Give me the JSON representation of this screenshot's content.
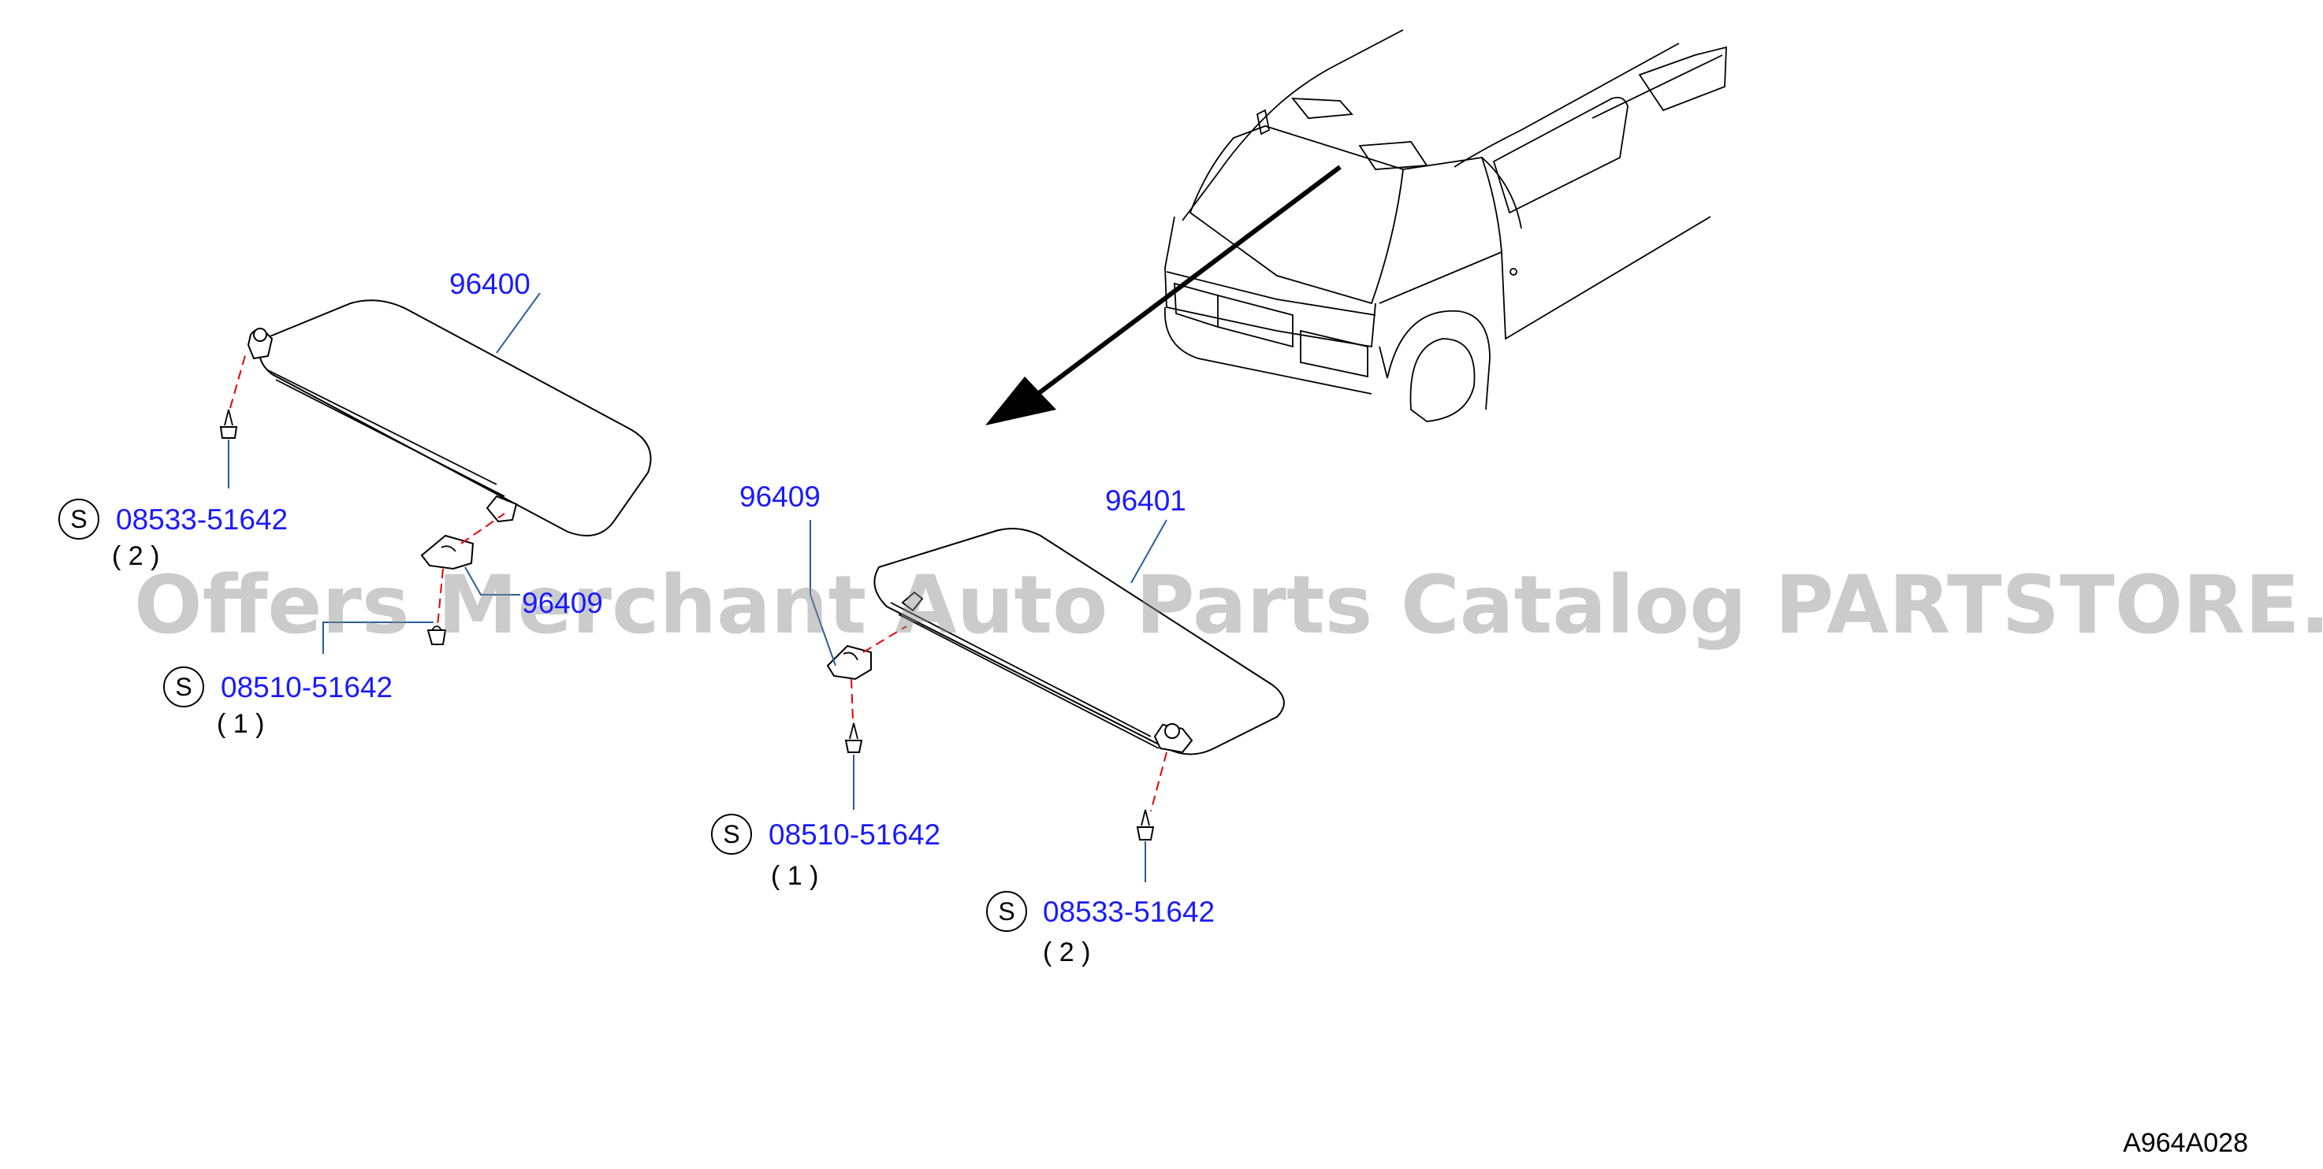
{
  "diagram": {
    "parts": {
      "visor_left": "96400",
      "visor_right": "96401",
      "holder_left": "96409",
      "holder_right": "96409"
    },
    "screws": {
      "left_upper": {
        "code": "08533-51642",
        "qty": "( 2 )",
        "symbol": "S"
      },
      "left_lower": {
        "code": "08510-51642",
        "qty": "( 1 )",
        "symbol": "S"
      },
      "right_lower": {
        "code": "08510-51642",
        "qty": "( 1 )",
        "symbol": "S"
      },
      "right_hinge": {
        "code": "08533-51642",
        "qty": "( 2 )",
        "symbol": "S"
      }
    },
    "drawing_code": "A964A028",
    "watermark": "Offers Merchant Auto Parts Catalog PARTSTORE.SA"
  },
  "colors": {
    "label": "#1a1aff",
    "leader": "#2b5d9a",
    "dashed": "#e60000",
    "line": "#000000",
    "watermark": "#8c8c8c"
  }
}
